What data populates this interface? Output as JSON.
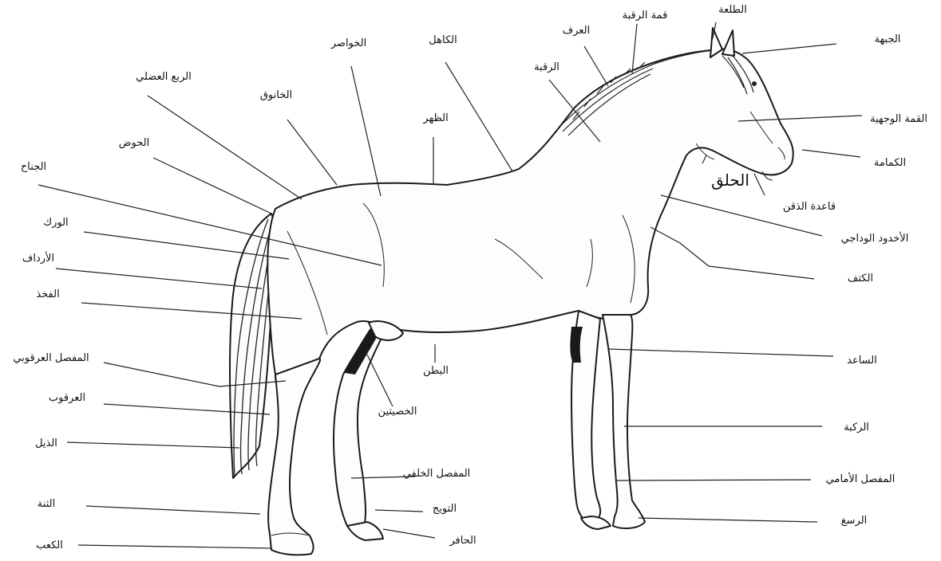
{
  "labels": {
    "forelock": "الطلعة",
    "poll": "قمة الرقبة",
    "forehead": "الجبهة",
    "crest": "العرف",
    "neck": "الرقبة",
    "withers": "الكاهل",
    "loin": "الخواصر",
    "hip_muscle": "الربع العضلي",
    "croup": "الخانوق",
    "back": "الظهر",
    "face": "القمة الوجهية",
    "muzzle": "الكمامة",
    "throatlatch": "الحلق",
    "chin_groove": "قاعدة الذقن",
    "jugular_groove": "الأخدود الوداجي",
    "shoulder": "الكتف",
    "pelvis": "الحوض",
    "flank": "الجناح",
    "hip": "الورك",
    "buttock": "الأرداف",
    "thigh": "الفخذ",
    "forearm": "الساعد",
    "belly": "البطن",
    "sheath": "الخصيتين",
    "hock_joint": "المفصل العرقوبي",
    "hock": "العرقوب",
    "knee": "الركبة",
    "tail": "الذيل",
    "hind_fetlock": "المفصل الخلفي",
    "front_fetlock": "المفصل الأمامي",
    "coronet": "التويج",
    "ergot": "الثنة",
    "pastern": "الرسغ",
    "hoof": "الحافر",
    "heel": "الكعب"
  }
}
